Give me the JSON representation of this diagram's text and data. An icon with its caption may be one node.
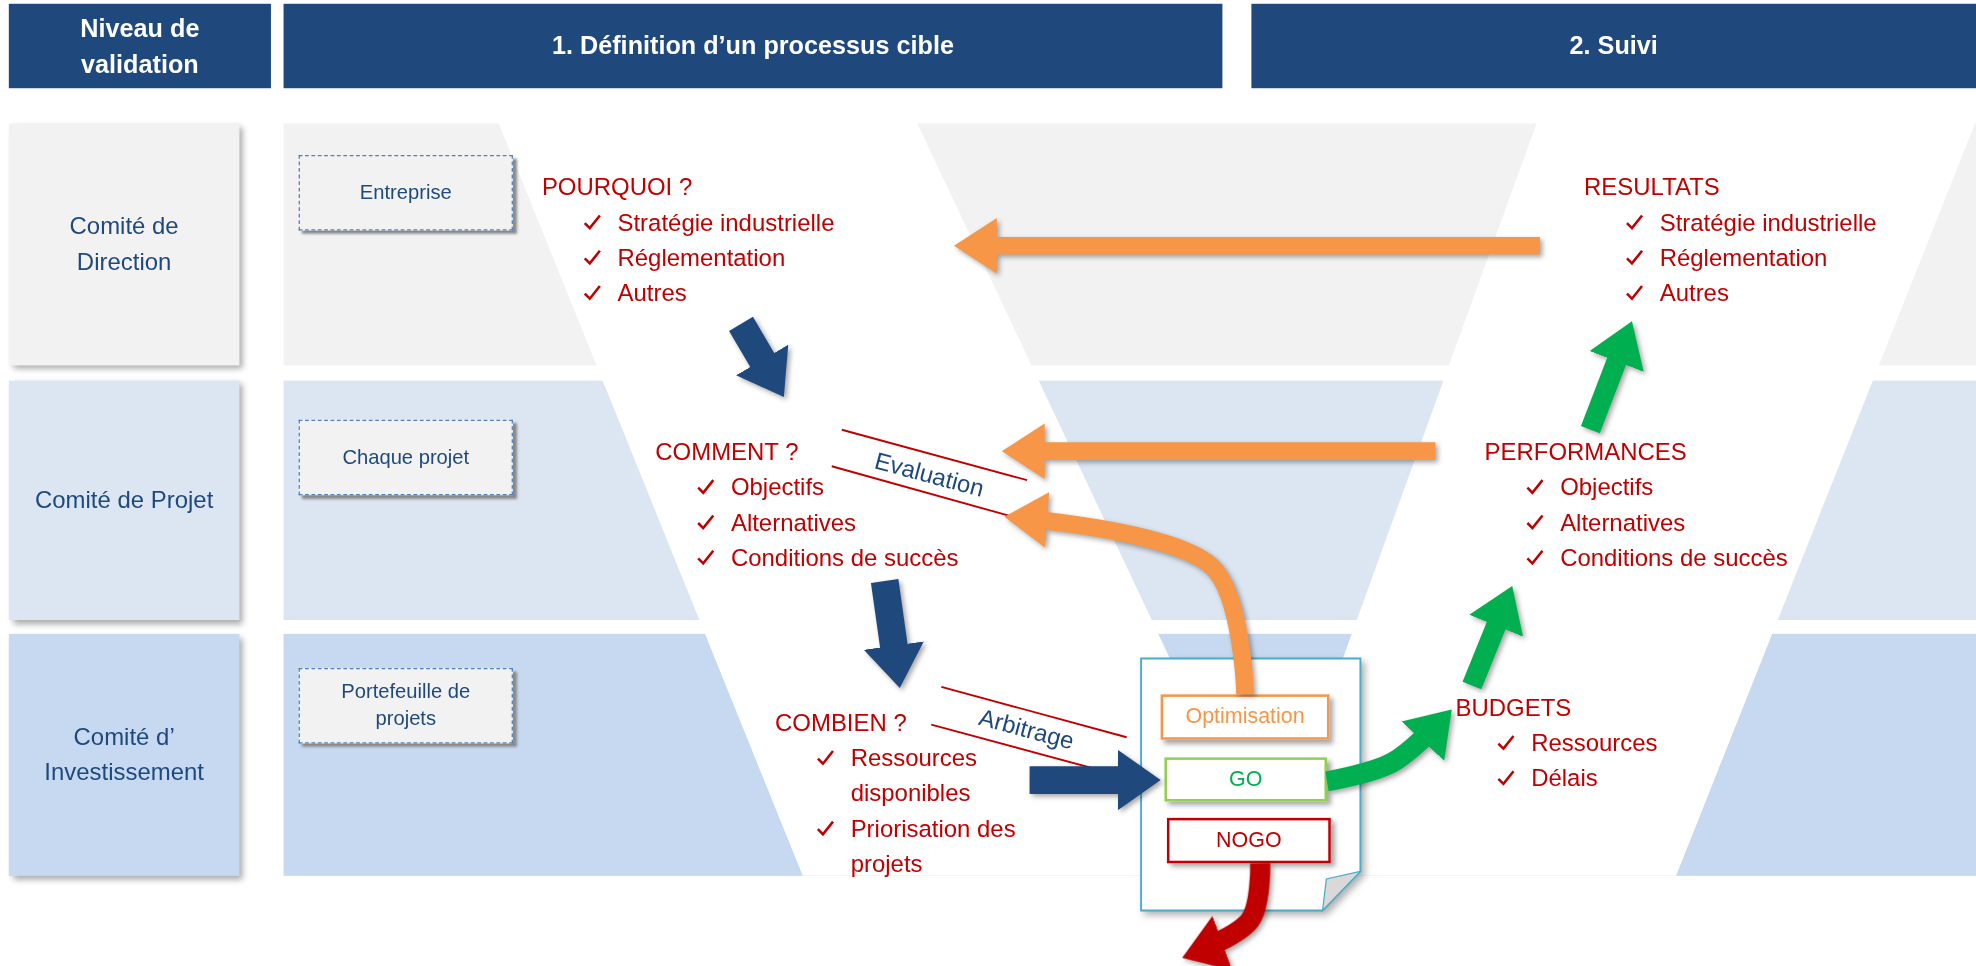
{
  "diagram": {
    "nodes": [
      {
        "text": [
          "Niveau de validation"
        ]
      },
      {
        "text": [
          "1. Définition d’un processus cible"
        ]
      },
      {
        "text": [
          "2. Suivi"
        ]
      },
      {
        "text": [
          "Comité de Direction"
        ]
      },
      {
        "text": [
          "Entreprise"
        ]
      },
      {
        "text": [
          "POURQUOI ?",
          "Stratégie industrielle",
          "Réglementation",
          "Autres"
        ]
      },
      {
        "text": [
          "RESULTATS",
          "Stratégie industrielle",
          "Réglementation",
          "Autres"
        ]
      },
      {
        "text": [
          "Comité de Projet"
        ]
      },
      {
        "text": [
          "Chaque projet"
        ]
      },
      {
        "text": [
          "COMMENT ?",
          "Objectifs",
          "Alternatives",
          "Conditions de succès"
        ]
      },
      {
        "text": [
          "PERFORMANCES",
          "Objectifs",
          "Alternatives",
          "Conditions de succès"
        ]
      },
      {
        "text": [
          "Comité d’ Investissement"
        ]
      },
      {
        "text": [
          "Portefeuille de projets"
        ]
      },
      {
        "text": [
          "COMBIEN ?",
          "Ressources disponibles",
          "Priorisation des projets"
        ]
      },
      {
        "text": [],
        "shape": "document"
      },
      {
        "text": [
          "Optimisation"
        ],
        "in": 14
      },
      {
        "text": [
          "GO"
        ],
        "in": 14
      },
      {
        "text": [
          "NOGO"
        ],
        "in": 14
      },
      {
        "text": [
          "BUDGETS",
          "Ressources",
          "Délais"
        ]
      }
    ],
    "edges": [
      {
        "from": 6,
        "to": 5,
        "arrow": "to",
        "color": "#f79646"
      },
      {
        "from": 5,
        "to": 9,
        "arrow": "to",
        "color": "#1f497d"
      },
      {
        "from": 10,
        "to": 9,
        "arrow": "to",
        "color": "#f79646"
      },
      {
        "from": 15,
        "to": 9,
        "arrow": "to",
        "color": "#f79646"
      },
      {
        "from": 9,
        "to": 13,
        "arrow": "to",
        "color": "#1f497d"
      },
      {
        "from": 13,
        "to": 16,
        "arrow": "to",
        "color": "#1f497d"
      },
      {
        "from": 16,
        "to": 18,
        "arrow": "to",
        "color": "#00b050"
      },
      {
        "from": 18,
        "to": 10,
        "arrow": "to",
        "color": "#00b050"
      },
      {
        "from": 10,
        "to": 6,
        "arrow": "to",
        "color": "#00b050"
      },
      {
        "from": 17,
        "to": null,
        "arrow": "to",
        "color": "#c00000"
      }
    ],
    "labels": [
      "Evaluation",
      "Arbitrage"
    ]
  }
}
